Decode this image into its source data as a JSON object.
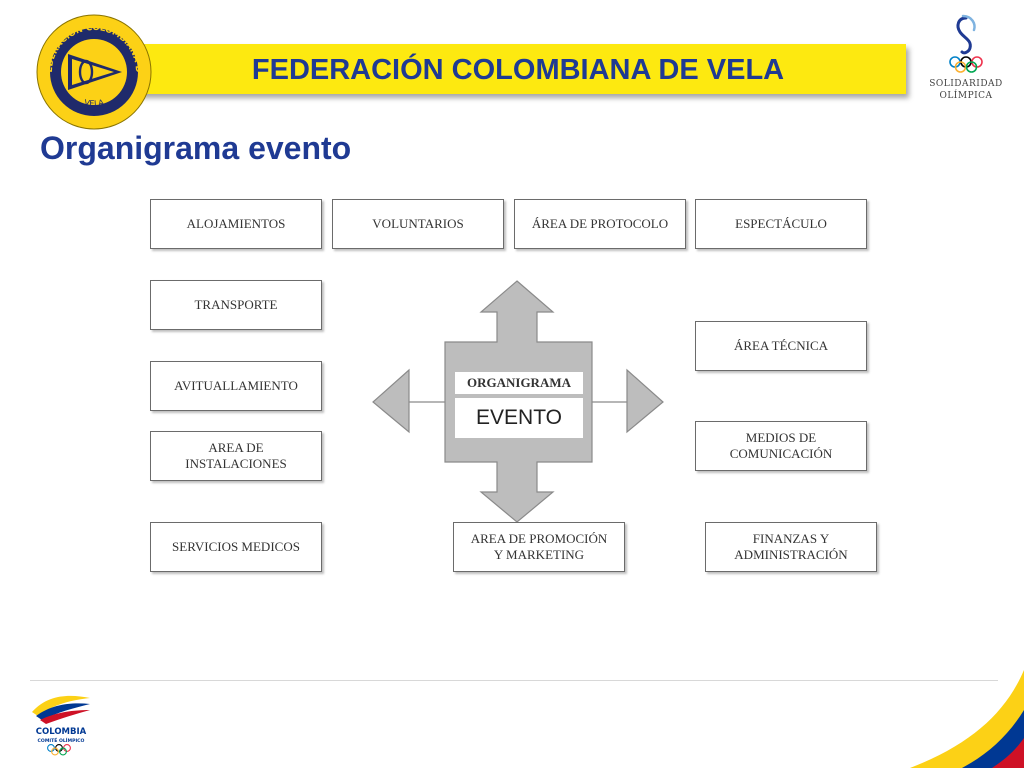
{
  "header": {
    "title": "FEDERACIÓN COLOMBIANA DE VELA",
    "left_logo": {
      "ring_text_top": "FEDERACION COLOMBIANA DE",
      "ring_text_bottom": "VELA"
    },
    "right_logo": {
      "line1": "SOLIDARIDAD",
      "line2": "OLÍMPICA"
    }
  },
  "slide_title": "Organigrama evento",
  "diagram": {
    "center": {
      "title": "ORGANIGRAMA",
      "subtitle": "EVENTO"
    },
    "boxes": [
      {
        "id": "alojamientos",
        "label": "ALOJAMIENTOS"
      },
      {
        "id": "voluntarios",
        "label": "VOLUNTARIOS"
      },
      {
        "id": "area-protocolo",
        "label": "ÁREA DE PROTOCOLO"
      },
      {
        "id": "espectaculo",
        "label": "ESPECTÁCULO"
      },
      {
        "id": "transporte",
        "label": "TRANSPORTE"
      },
      {
        "id": "avituallamiento",
        "label": "AVITUALLAMIENTO"
      },
      {
        "id": "area-instalaciones",
        "label": "AREA DE\nINSTALACIONES"
      },
      {
        "id": "servicios-medicos",
        "label": "SERVICIOS MEDICOS"
      },
      {
        "id": "area-promocion",
        "label": "AREA DE PROMOCIÓN\nY MARKETING"
      },
      {
        "id": "area-tecnica",
        "label": "ÁREA TÉCNICA"
      },
      {
        "id": "medios-comunicacion",
        "label": "MEDIOS DE\nCOMUNICACIÓN"
      },
      {
        "id": "finanzas",
        "label": "FINANZAS Y\nADMINISTRACIÓN"
      }
    ]
  },
  "footer": {
    "logo": {
      "line1": "COLOMBIA",
      "line2": "COMITÉ OLÍMPICO"
    }
  },
  "colors": {
    "banner": "#fde910",
    "title_blue": "#1f3a93",
    "arrow_gray": "#bdbdbd",
    "flag_yellow": "#fcd116",
    "flag_blue": "#003893",
    "flag_red": "#ce1126"
  }
}
